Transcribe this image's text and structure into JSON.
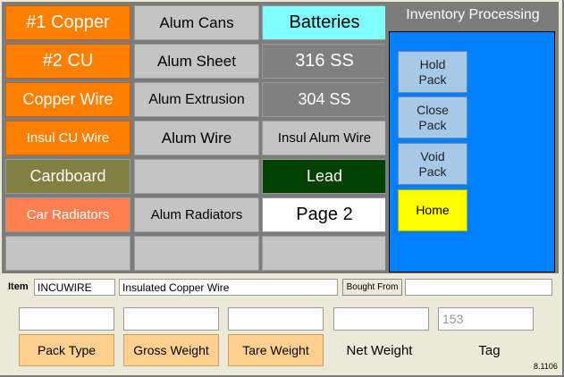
{
  "tiles": [
    {
      "label": "#1 Copper"
    },
    {
      "label": "Alum Cans"
    },
    {
      "label": "Batteries"
    },
    {
      "label": "#2 CU"
    },
    {
      "label": "Alum Sheet"
    },
    {
      "label": "316 SS"
    },
    {
      "label": "Copper Wire"
    },
    {
      "label": "Alum Extrusion"
    },
    {
      "label": "304 SS"
    },
    {
      "label": "Insul CU Wire"
    },
    {
      "label": "Alum Wire"
    },
    {
      "label": "Insul Alum Wire"
    },
    {
      "label": "Cardboard"
    },
    {
      "label": ""
    },
    {
      "label": "Lead"
    },
    {
      "label": "Car Radiators"
    },
    {
      "label": "Alum Radiators"
    },
    {
      "label": "Page 2"
    },
    {
      "label": ""
    },
    {
      "label": ""
    },
    {
      "label": ""
    }
  ],
  "inventory": {
    "title": "Inventory Processing",
    "hold_pack": [
      "Hold",
      "Pack"
    ],
    "close_pack": [
      "Close",
      "Pack"
    ],
    "void_pack": [
      "Void",
      "Pack"
    ],
    "home": "Home"
  },
  "item": {
    "label": "Item",
    "code": "INCUWIRE",
    "description": "Insulated Copper Wire",
    "bought_from_label": "Bought From",
    "bought_from_value": ""
  },
  "weights": {
    "pack_type_value": "",
    "gross_value": "",
    "tare_value": "",
    "net_value": "",
    "tag_value": "153",
    "pack_type_label": "Pack Type",
    "gross_label": "Gross Weight",
    "tare_label": "Tare Weight",
    "net_label": "Net Weight",
    "tag_label": "Tag"
  },
  "version": "8.1106",
  "colors": {
    "orange": "#ff7f00",
    "cyan": "#80ffff",
    "panel_blue": "#0080ff",
    "home_yellow": "#ffff00",
    "lead_green": "#004000"
  }
}
